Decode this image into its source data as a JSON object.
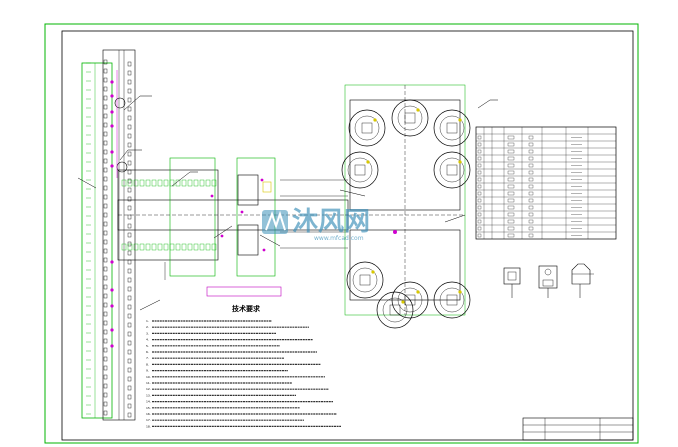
{
  "drawing": {
    "notes_title": "技术要求",
    "plan_caption": "",
    "notes": [
      "1.",
      "2.",
      "3.",
      "4.",
      "5.",
      "6.",
      "7.",
      "8.",
      "9.",
      "10.",
      "11.",
      "12.",
      "13.",
      "14.",
      "15.",
      "16.",
      "17.",
      "18."
    ]
  },
  "watermark": {
    "brand": "沐风网",
    "url": "www.mfcad.com"
  },
  "colors": {
    "line": "#000000",
    "green": "#00b400",
    "magenta": "#d000d0",
    "yellow": "#d8c800",
    "cyan": "#00a0c0",
    "watermark": "#3a8fb8"
  }
}
